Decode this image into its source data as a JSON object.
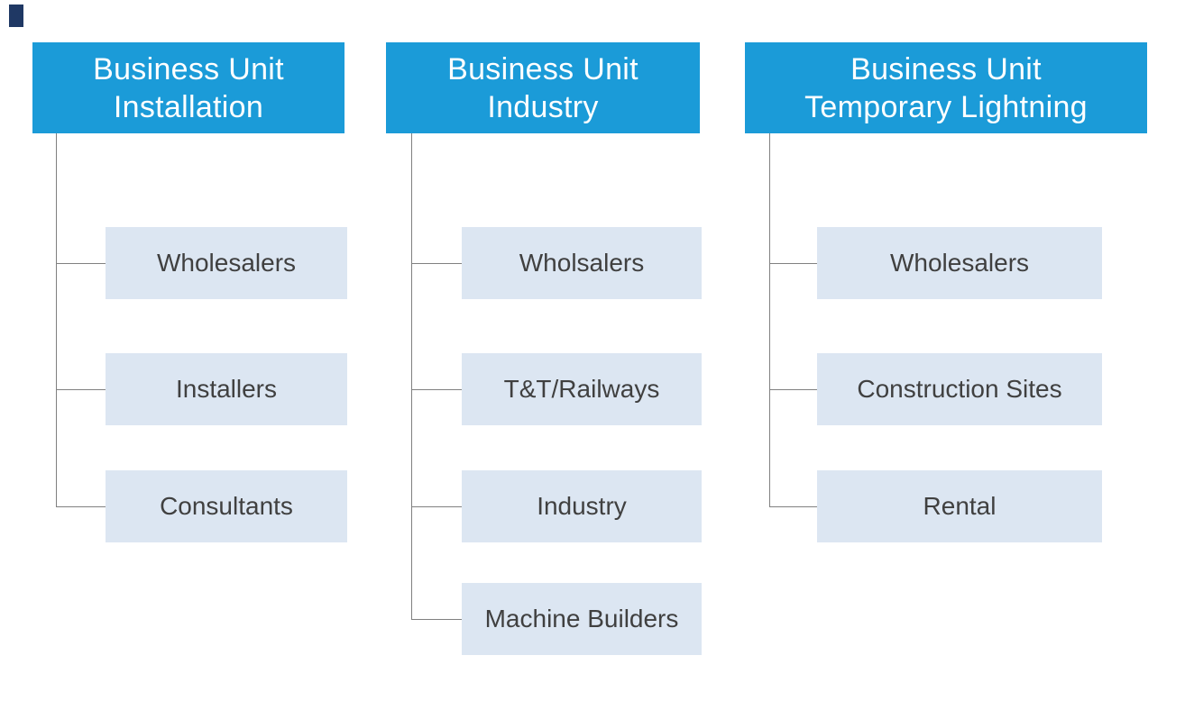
{
  "page": {
    "background": "#FFFFFF"
  },
  "diagram": {
    "type": "org-chart",
    "colors": {
      "header_bg": "#1B9BD8",
      "header_text": "#FFFFFF",
      "child_bg": "#DCE6F2",
      "child_text": "#404040",
      "connector": "#808080",
      "corner_mark": "#1F3864"
    },
    "columns": [
      {
        "id": "installation",
        "header_lines": [
          "Business Unit",
          "Installation"
        ],
        "children": [
          {
            "label": "Wholesalers"
          },
          {
            "label": "Installers"
          },
          {
            "label": "Consultants"
          }
        ]
      },
      {
        "id": "industry",
        "header_lines": [
          "Business Unit",
          "Industry"
        ],
        "children": [
          {
            "label": "Wholsalers"
          },
          {
            "label": "T&T/Railways"
          },
          {
            "label": "Industry"
          },
          {
            "label": "Machine Builders"
          }
        ]
      },
      {
        "id": "temporary-lightning",
        "header_lines": [
          "Business Unit",
          "Temporary Lightning"
        ],
        "children": [
          {
            "label": "Wholesalers"
          },
          {
            "label": "Construction Sites"
          },
          {
            "label": "Rental"
          }
        ]
      }
    ]
  }
}
